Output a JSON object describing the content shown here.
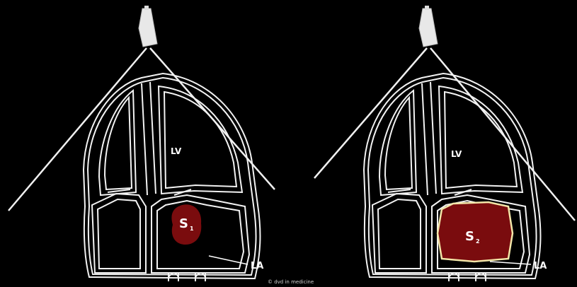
{
  "colors": {
    "background": "#000000",
    "outline": "#f2f2f2",
    "region_fill": "#7a0c0e",
    "region_border_right": "#f3e6a8"
  },
  "panels": [
    {
      "lv_label": "LV",
      "la_label": "LA",
      "region_label": "S",
      "region_subscript": "1"
    },
    {
      "lv_label": "LV",
      "la_label": "LA",
      "region_label": "S",
      "region_subscript": "2"
    }
  ],
  "credit": "© dvd in medicine",
  "icons": [
    "ultrasound-probe-icon",
    "ultrasound-probe-icon"
  ]
}
